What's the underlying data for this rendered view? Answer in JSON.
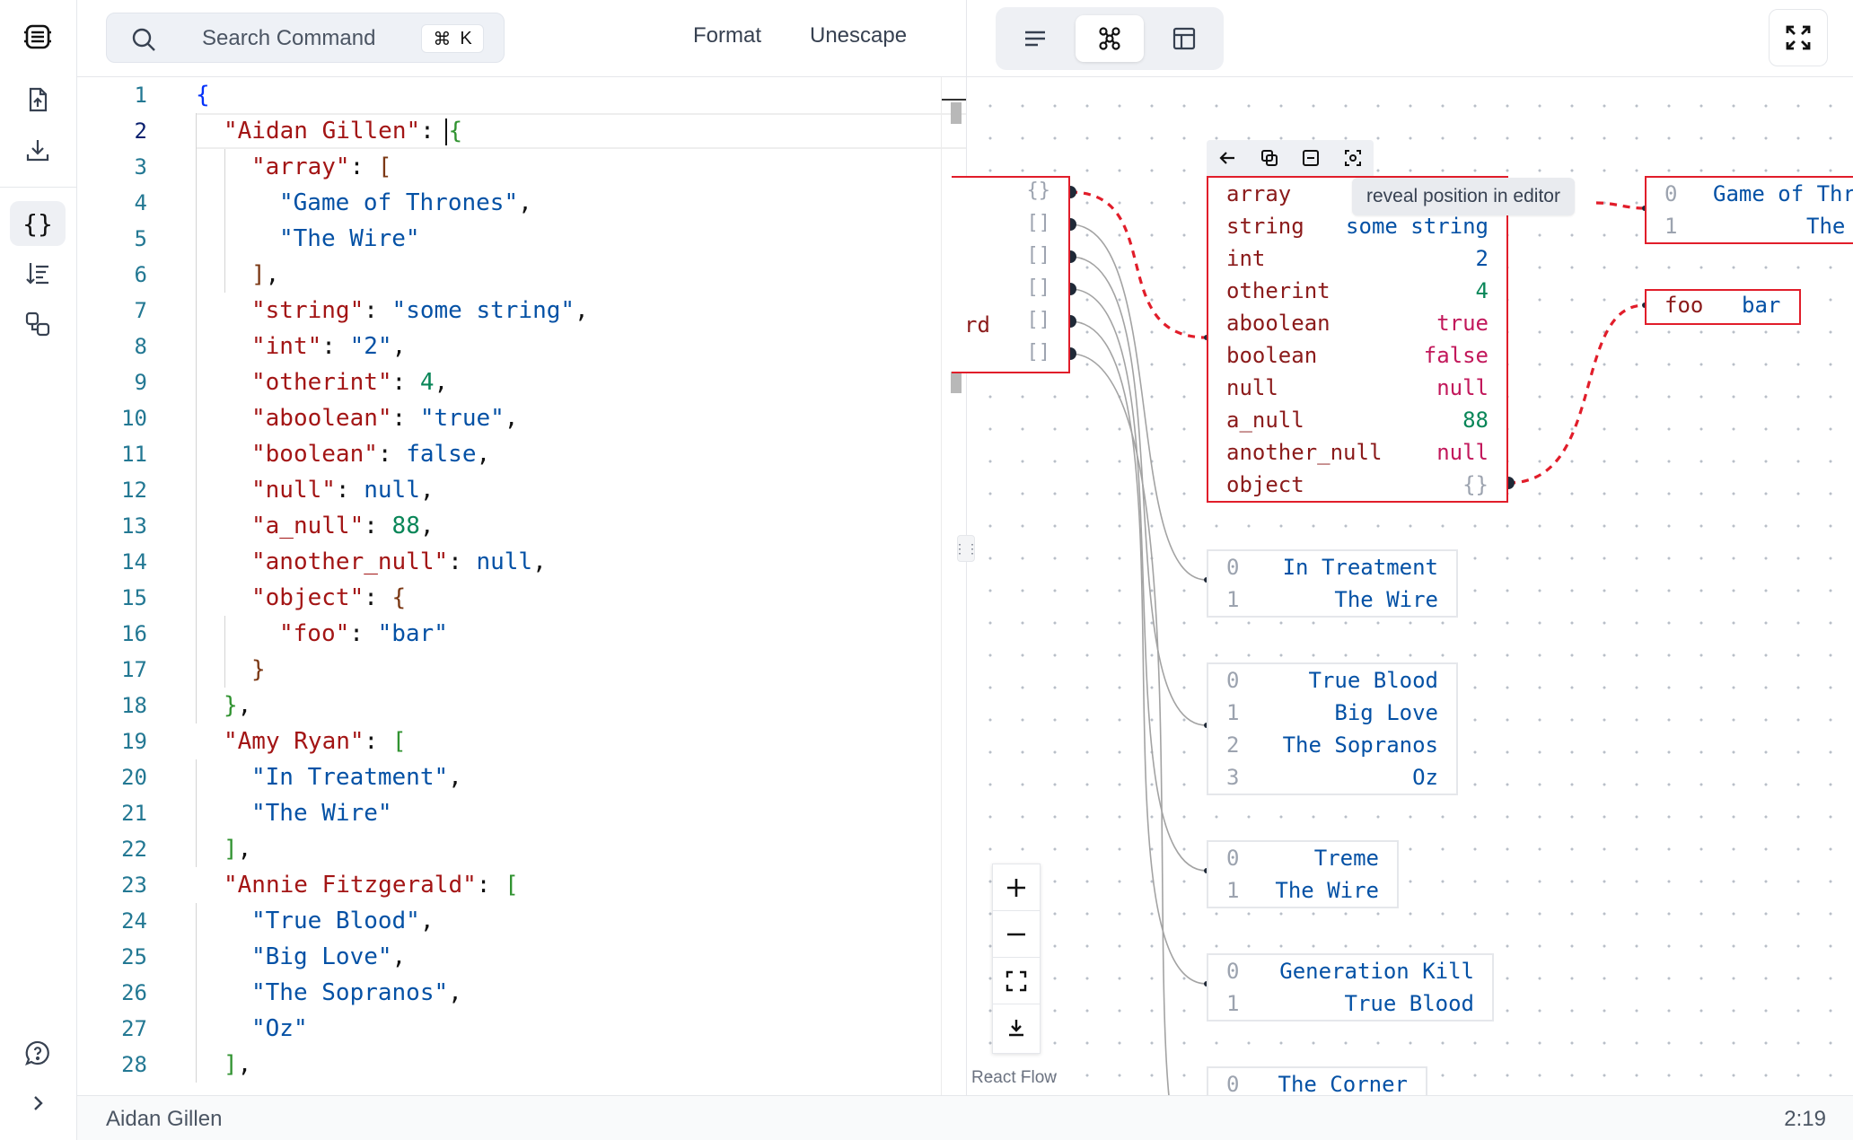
{
  "toolbar": {
    "search_placeholder": "Search Command",
    "shortcut_symbol": "⌘",
    "shortcut_key": "K",
    "format_label": "Format",
    "unescape_label": "Unescape"
  },
  "editor": {
    "line_numbers": [
      "1",
      "2",
      "3",
      "4",
      "5",
      "6",
      "7",
      "8",
      "9",
      "10",
      "11",
      "12",
      "13",
      "14",
      "15",
      "16",
      "17",
      "18",
      "19",
      "20",
      "21",
      "22",
      "23",
      "24",
      "25",
      "26",
      "27",
      "28"
    ],
    "lines": [
      [
        [
          "{",
          "br1"
        ]
      ],
      [
        [
          "\"Aidan Gillen\"",
          "k"
        ],
        [
          ": ",
          "p"
        ],
        [
          "{",
          "br2"
        ]
      ],
      [
        [
          "\"array\"",
          "k"
        ],
        [
          ": ",
          "p"
        ],
        [
          "[",
          "br3"
        ]
      ],
      [
        [
          "\"Game of Thrones\"",
          "s"
        ],
        [
          ",",
          "p"
        ]
      ],
      [
        [
          "\"The Wire\"",
          "s"
        ]
      ],
      [
        [
          "]",
          "br3"
        ],
        [
          ",",
          "p"
        ]
      ],
      [
        [
          "\"string\"",
          "k"
        ],
        [
          ": ",
          "p"
        ],
        [
          "\"some string\"",
          "s"
        ],
        [
          ",",
          "p"
        ]
      ],
      [
        [
          "\"int\"",
          "k"
        ],
        [
          ": ",
          "p"
        ],
        [
          "\"2\"",
          "s"
        ],
        [
          ",",
          "p"
        ]
      ],
      [
        [
          "\"otherint\"",
          "k"
        ],
        [
          ": ",
          "p"
        ],
        [
          "4",
          "n"
        ],
        [
          ",",
          "p"
        ]
      ],
      [
        [
          "\"aboolean\"",
          "k"
        ],
        [
          ": ",
          "p"
        ],
        [
          "\"true\"",
          "s"
        ],
        [
          ",",
          "p"
        ]
      ],
      [
        [
          "\"boolean\"",
          "k"
        ],
        [
          ": ",
          "p"
        ],
        [
          "false",
          "b"
        ],
        [
          ",",
          "p"
        ]
      ],
      [
        [
          "\"null\"",
          "k"
        ],
        [
          ": ",
          "p"
        ],
        [
          "null",
          "b"
        ],
        [
          ",",
          "p"
        ]
      ],
      [
        [
          "\"a_null\"",
          "k"
        ],
        [
          ": ",
          "p"
        ],
        [
          "88",
          "n"
        ],
        [
          ",",
          "p"
        ]
      ],
      [
        [
          "\"another_null\"",
          "k"
        ],
        [
          ": ",
          "p"
        ],
        [
          "null",
          "b"
        ],
        [
          ",",
          "p"
        ]
      ],
      [
        [
          "\"object\"",
          "k"
        ],
        [
          ": ",
          "p"
        ],
        [
          "{",
          "br3"
        ]
      ],
      [
        [
          "\"foo\"",
          "k"
        ],
        [
          ": ",
          "p"
        ],
        [
          "\"bar\"",
          "s"
        ]
      ],
      [
        [
          "}",
          "br3"
        ]
      ],
      [
        [
          "}",
          "br2"
        ],
        [
          ",",
          "p"
        ]
      ],
      [
        [
          "\"Amy Ryan\"",
          "k"
        ],
        [
          ": ",
          "p"
        ],
        [
          "[",
          "br2"
        ]
      ],
      [
        [
          "\"In Treatment\"",
          "s"
        ],
        [
          ",",
          "p"
        ]
      ],
      [
        [
          "\"The Wire\"",
          "s"
        ]
      ],
      [
        [
          "]",
          "br2"
        ],
        [
          ",",
          "p"
        ]
      ],
      [
        [
          "\"Annie Fitzgerald\"",
          "k"
        ],
        [
          ": ",
          "p"
        ],
        [
          "[",
          "br2"
        ]
      ],
      [
        [
          "\"True Blood\"",
          "s"
        ],
        [
          ",",
          "p"
        ]
      ],
      [
        [
          "\"Big Love\"",
          "s"
        ],
        [
          ",",
          "p"
        ]
      ],
      [
        [
          "\"The Sopranos\"",
          "s"
        ],
        [
          ",",
          "p"
        ]
      ],
      [
        [
          "\"Oz\"",
          "s"
        ]
      ],
      [
        [
          "]",
          "br2"
        ],
        [
          ",",
          "p"
        ]
      ]
    ]
  },
  "graph": {
    "parent_fragment": "rd",
    "parent_rows": [
      "{}",
      "[]",
      "[]",
      "[]",
      "[]",
      "[]"
    ],
    "main_node": [
      {
        "key": "array",
        "value": "",
        "cls": ""
      },
      {
        "key": "string",
        "value": "some string",
        "cls": "vs"
      },
      {
        "key": "int",
        "value": "2",
        "cls": "vs"
      },
      {
        "key": "otherint",
        "value": "4",
        "cls": "vn"
      },
      {
        "key": "aboolean",
        "value": "true",
        "cls": "vb"
      },
      {
        "key": "boolean",
        "value": "false",
        "cls": "vb"
      },
      {
        "key": "null",
        "value": "null",
        "cls": "vnull"
      },
      {
        "key": "a_null",
        "value": "88",
        "cls": "vn"
      },
      {
        "key": "another_null",
        "value": "null",
        "cls": "vnull"
      },
      {
        "key": "object",
        "value": "{}",
        "cls": "vg"
      }
    ],
    "tooltip": "reveal position in editor",
    "array_node": [
      {
        "i": "0",
        "v": "Game of Thr"
      },
      {
        "i": "1",
        "v": "The"
      }
    ],
    "object_node": {
      "key": "foo",
      "value": "bar"
    },
    "list_nodes": [
      [
        {
          "i": "0",
          "v": "In Treatment"
        },
        {
          "i": "1",
          "v": "The Wire"
        }
      ],
      [
        {
          "i": "0",
          "v": "True Blood"
        },
        {
          "i": "1",
          "v": "Big Love"
        },
        {
          "i": "2",
          "v": "The Sopranos"
        },
        {
          "i": "3",
          "v": "Oz"
        }
      ],
      [
        {
          "i": "0",
          "v": "Treme"
        },
        {
          "i": "1",
          "v": "The Wire"
        }
      ],
      [
        {
          "i": "0",
          "v": "Generation Kill"
        },
        {
          "i": "1",
          "v": "True Blood"
        }
      ],
      [
        {
          "i": "0",
          "v": "The Corner"
        }
      ]
    ],
    "attribution": "React Flow"
  },
  "status": {
    "path": "Aidan Gillen",
    "cursor": "2:19"
  },
  "colors": {
    "accent_red": "#e11d2a",
    "key": "#a31515",
    "string": "#0451a5",
    "number": "#098658"
  }
}
